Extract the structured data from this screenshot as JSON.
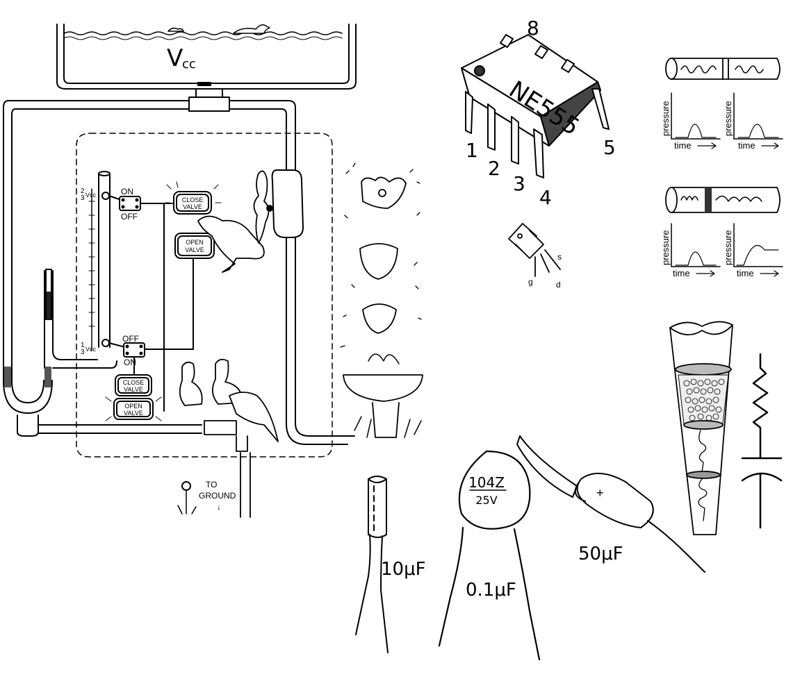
{
  "tank": {
    "label_main": "V",
    "label_sub": "cc"
  },
  "threshold": {
    "upper_num": "2",
    "upper_den": "3",
    "upper_suffix": "Vcc",
    "lower_num": "1",
    "lower_den": "3",
    "lower_suffix": "Vcc"
  },
  "switch_upper": {
    "on_label": "ON",
    "off_label": "OFF"
  },
  "switch_lower": {
    "off_label": "OFF",
    "on_label": "ON"
  },
  "valves": {
    "close_upper": [
      "CLOSE",
      "VALVE"
    ],
    "open_upper": [
      "OPEN",
      "VALVE"
    ],
    "close_lower": [
      "CLOSE",
      "VALVE"
    ],
    "open_lower": [
      "OPEN",
      "VALVE"
    ]
  },
  "ground": {
    "line1": "TO",
    "line2": "GROUND",
    "arrow": "↓"
  },
  "chip": {
    "marking": "NE555",
    "pins": {
      "p1": "1",
      "p2": "2",
      "p3": "3",
      "p4": "4",
      "p5": "5",
      "p8": "8"
    }
  },
  "transistor": {
    "s": "s",
    "g": "g",
    "d": "d"
  },
  "pressure_graphs": {
    "y_label": "pressure",
    "x_label": "time"
  },
  "capacitors": {
    "electrolytic": "10μF",
    "ceramic_code": "104Z",
    "ceramic_voltage": "25V",
    "ceramic": "0.1μF",
    "tantalum_plus": "+",
    "tantalum": "50μF"
  }
}
